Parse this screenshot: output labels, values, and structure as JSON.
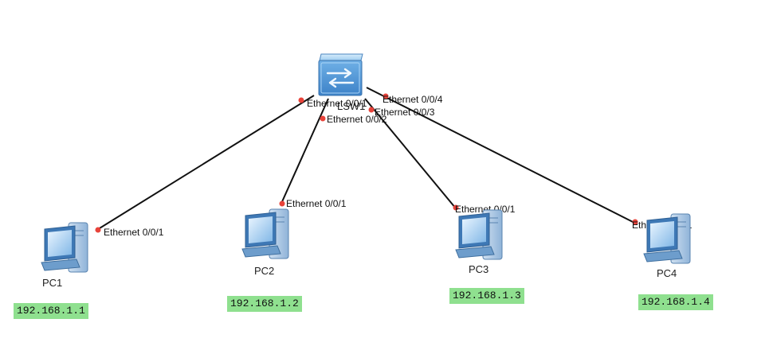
{
  "switch": {
    "name": "LSW1",
    "icon": "switch-icon"
  },
  "pcs": [
    {
      "name": "PC1",
      "ip": "192.168.1.1",
      "port": "Ethernet 0/0/1",
      "switch_port": "Ethernet 0/0/1",
      "icon": "pc-icon"
    },
    {
      "name": "PC2",
      "ip": "192.168.1.2",
      "port": "Ethernet 0/0/1",
      "switch_port": "Ethernet 0/0/2",
      "icon": "pc-icon"
    },
    {
      "name": "PC3",
      "ip": "192.168.1.3",
      "port": "Ethernet 0/0/1",
      "switch_port": "Ethernet 0/0/3",
      "icon": "pc-icon"
    },
    {
      "name": "PC4",
      "ip": "192.168.1.4",
      "port": "Ethernet 0/0/1",
      "switch_port": "Ethernet 0/0/4",
      "icon": "pc-icon"
    }
  ],
  "colors": {
    "link": "#111111",
    "port_dot": "#e8433a",
    "ip_background": "#8fe08f",
    "switch_body": "#5b9bd5",
    "pc_body": "#4a86c5"
  }
}
